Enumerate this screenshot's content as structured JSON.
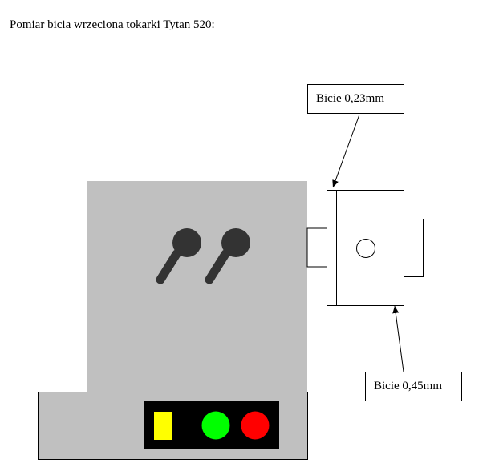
{
  "title": "Pomiar bicia wrzeciona tokarki Tytan 520:",
  "callouts": {
    "top": "Bicie 0,23mm",
    "bottom": "Bicie 0,45mm"
  },
  "colors": {
    "headstock": "#c0c0c0",
    "base": "#c0c0c0",
    "panel": "#000000",
    "indicator_yellow": "#ffff00",
    "indicator_green": "#00ff00",
    "indicator_red": "#ff0000",
    "levers": "#333333"
  },
  "icons": {
    "lever_left": "lever-knob-icon",
    "lever_right": "lever-knob-icon",
    "chuck_hole": "chuck-hole-icon",
    "yellow_light": "yellow-indicator-icon",
    "green_light": "green-indicator-icon",
    "red_light": "red-indicator-icon"
  }
}
